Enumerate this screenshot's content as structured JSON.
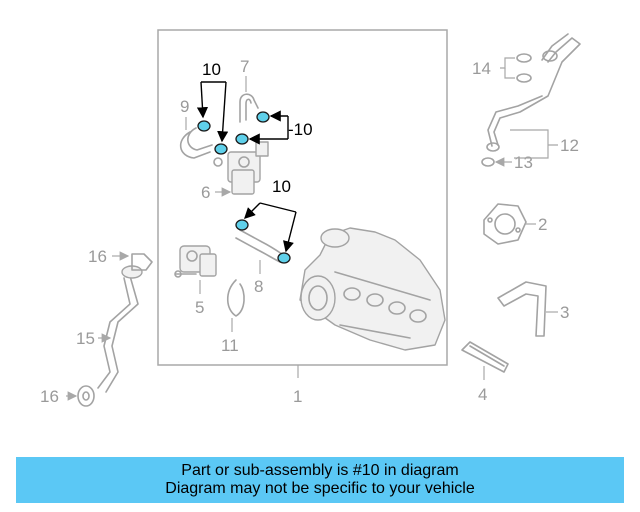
{
  "diagram": {
    "callouts": {
      "c1": "1",
      "c2": "2",
      "c3": "3",
      "c4": "4",
      "c5": "5",
      "c6": "6",
      "c7": "7",
      "c8": "8",
      "c9": "9",
      "c11": "11",
      "c12": "12",
      "c13": "13",
      "c14": "14",
      "c15": "15",
      "c16a": "16",
      "c16b": "16",
      "c10a": "10",
      "c10b": "-10",
      "c10c": "10"
    },
    "highlight_color": "#5fd0ea"
  },
  "banner": {
    "line1": "Part or sub-assembly is #10 in diagram",
    "line2": "Diagram may not be specific to your vehicle",
    "background": "#5bc8f5"
  }
}
